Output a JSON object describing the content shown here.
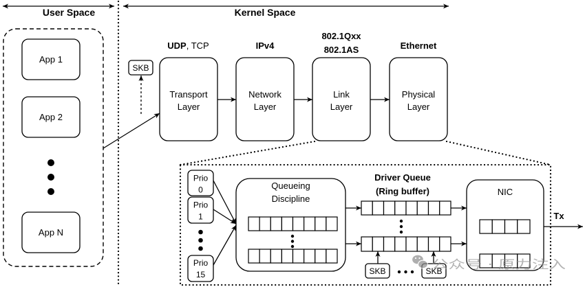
{
  "regions": {
    "user_space": "User Space",
    "kernel_space": "Kernel Space"
  },
  "apps": {
    "first": "App 1",
    "second": "App 2",
    "last": "App N"
  },
  "protocols": {
    "transport_bold": "UDP",
    "transport_rest": ", TCP",
    "network": "IPv4",
    "link_line1": "802.1Qxx",
    "link_line2": "802.1AS",
    "physical": "Ethernet"
  },
  "layers": {
    "transport": {
      "line1": "Transport",
      "line2": "Layer"
    },
    "network": {
      "line1": "Network",
      "line2": "Layer"
    },
    "link": {
      "line1": "Link",
      "line2": "Layer"
    },
    "physical": {
      "line1": "Physical",
      "line2": "Layer"
    }
  },
  "skb": {
    "label": "SKB"
  },
  "priorities": [
    {
      "line1": "Prio",
      "line2": "0"
    },
    {
      "line1": "Prio",
      "line2": "1"
    },
    {
      "line1": "Prio",
      "line2": "15"
    }
  ],
  "qdisc": {
    "line1": "Queueing",
    "line2": "Discipline"
  },
  "driver_queue": {
    "line1": "Driver Queue",
    "line2": "(Ring buffer)"
  },
  "nic": {
    "label": "NIC"
  },
  "tx": {
    "label": "Tx"
  },
  "watermark": {
    "text": "公众号 · 原力注入",
    "icon": "wechat-logo-icon"
  },
  "colors": {
    "line": "#000000",
    "background": "#ffffff",
    "watermark": "#8c8c8c"
  }
}
